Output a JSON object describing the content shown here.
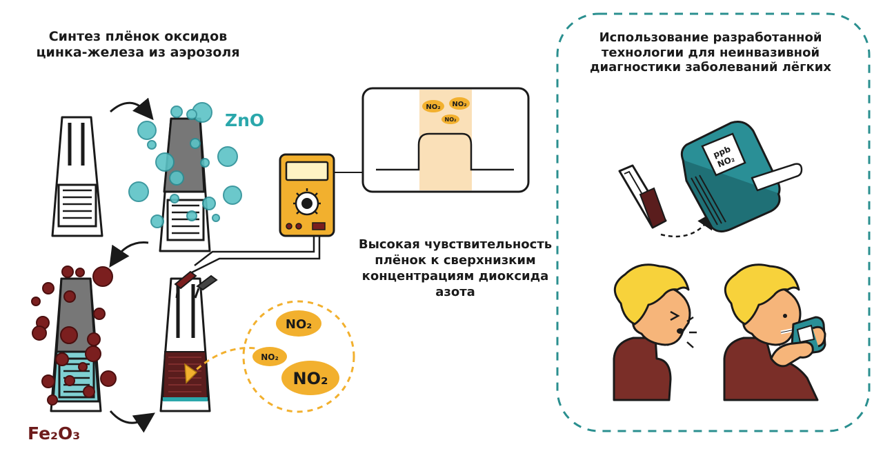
{
  "left_title": "Синтез плёнок оксидов цинка-железа из аэрозоля",
  "labels": {
    "zno": "ZnO",
    "fe2o3": "Fe₂O₃"
  },
  "middle_text": "Высокая чувствительность плёнок к сверхнизким концентрациям диоксида азота",
  "right_title": "Использование разработанной технологии для неинвазивной диагностики заболеваний лёгких",
  "gas_labels": {
    "no2": "NO₂"
  },
  "device": {
    "unit": "ppb",
    "gas": "NO₂"
  },
  "colors": {
    "zno": "#2aa7ab",
    "fe2o3": "#6d1b1b",
    "meter": "#f2b02e",
    "highlight": "#fae0b8",
    "device": "#2a8f96",
    "skin": "#f6b57a",
    "hair": "#f7d23b",
    "shirt": "#7a2e28",
    "frame": "#2a8f8f"
  }
}
